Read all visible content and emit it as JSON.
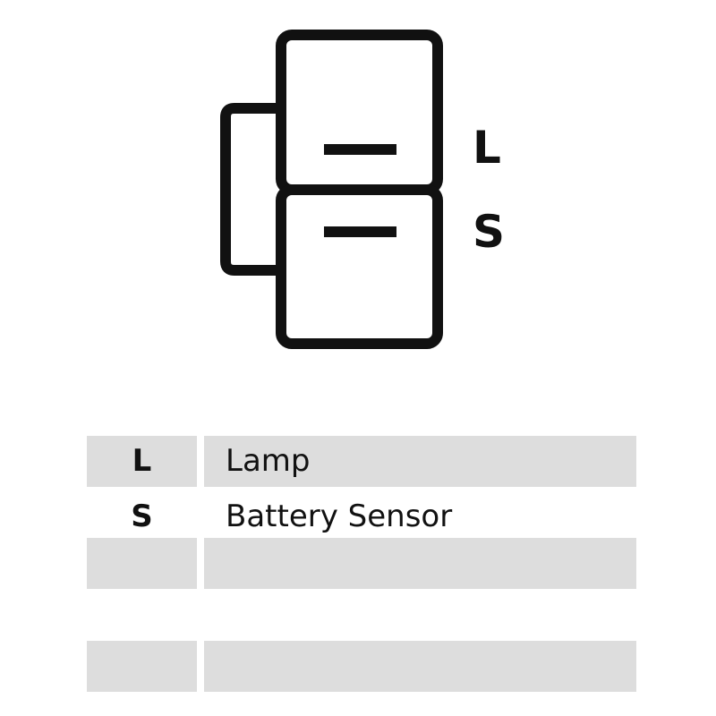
{
  "diagram": {
    "pins": [
      {
        "key": "L"
      },
      {
        "key": "S"
      }
    ],
    "line_color": "#111111"
  },
  "legend": {
    "rows": [
      {
        "key": "L",
        "label": "Lamp",
        "shaded": true
      },
      {
        "key": "S",
        "label": "Battery Sensor",
        "shaded": false
      },
      {
        "key": "",
        "label": "",
        "shaded": true
      },
      {
        "key": "",
        "label": "",
        "shaded": false
      },
      {
        "key": "",
        "label": "",
        "shaded": true
      }
    ],
    "shade_color": "#dddddd"
  }
}
